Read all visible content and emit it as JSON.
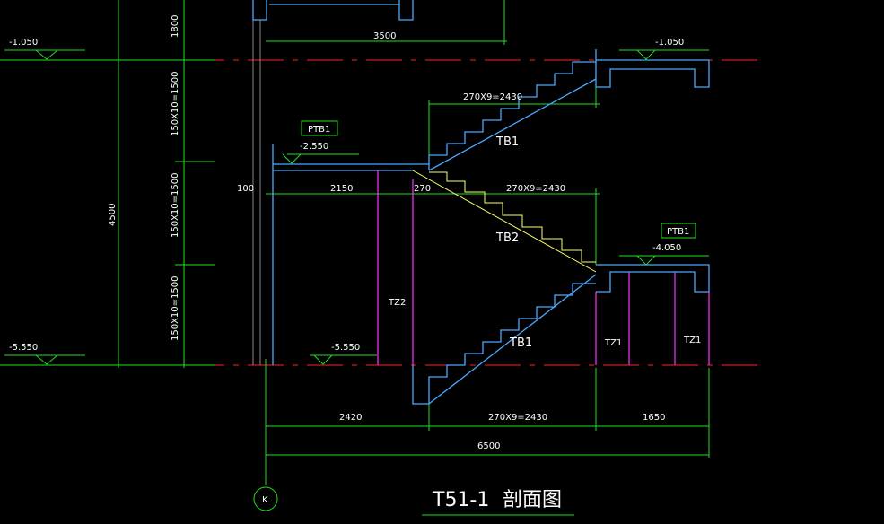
{
  "drawing": {
    "title": "T51-1",
    "title_suffix": "剖面图",
    "axis_label": "K"
  },
  "levels": {
    "top_left": "-1.050",
    "top_right": "-1.050",
    "mid_left": "-2.550",
    "mid_right": "-4.050",
    "bottom_left": "-5.550",
    "bottom_mid": "-5.550"
  },
  "labels": {
    "ptb_left": "PTB1",
    "ptb_right": "PTB1",
    "tb1_upper": "TB1",
    "tb2": "TB2",
    "tb1_lower": "TB1",
    "tz2": "TZ2",
    "tz1_a": "TZ1",
    "tz1_b": "TZ1"
  },
  "dimensions": {
    "v_top": "1800",
    "v_flight1": "150X10=1500",
    "v_flight2": "150X10=1500",
    "v_flight3": "150X10=1500",
    "v_total": "4500",
    "h_top": "3500",
    "h_flight_upper": "270X9=2430",
    "h_flight_mid": "270X9=2430",
    "h_landing": "2150",
    "h_step": "270",
    "h_small": "100",
    "h_bottom_left": "2420",
    "h_bottom_mid": "270X9=2430",
    "h_bottom_right": "1650",
    "h_total": "6500"
  },
  "colors": {
    "background": "#000000",
    "structure": "#4aa8ff",
    "dimension": "#22dd22",
    "level_line": "#ff2222",
    "column": "#ff33ff",
    "text": "#ffffff",
    "highlight": "#ffff66"
  }
}
